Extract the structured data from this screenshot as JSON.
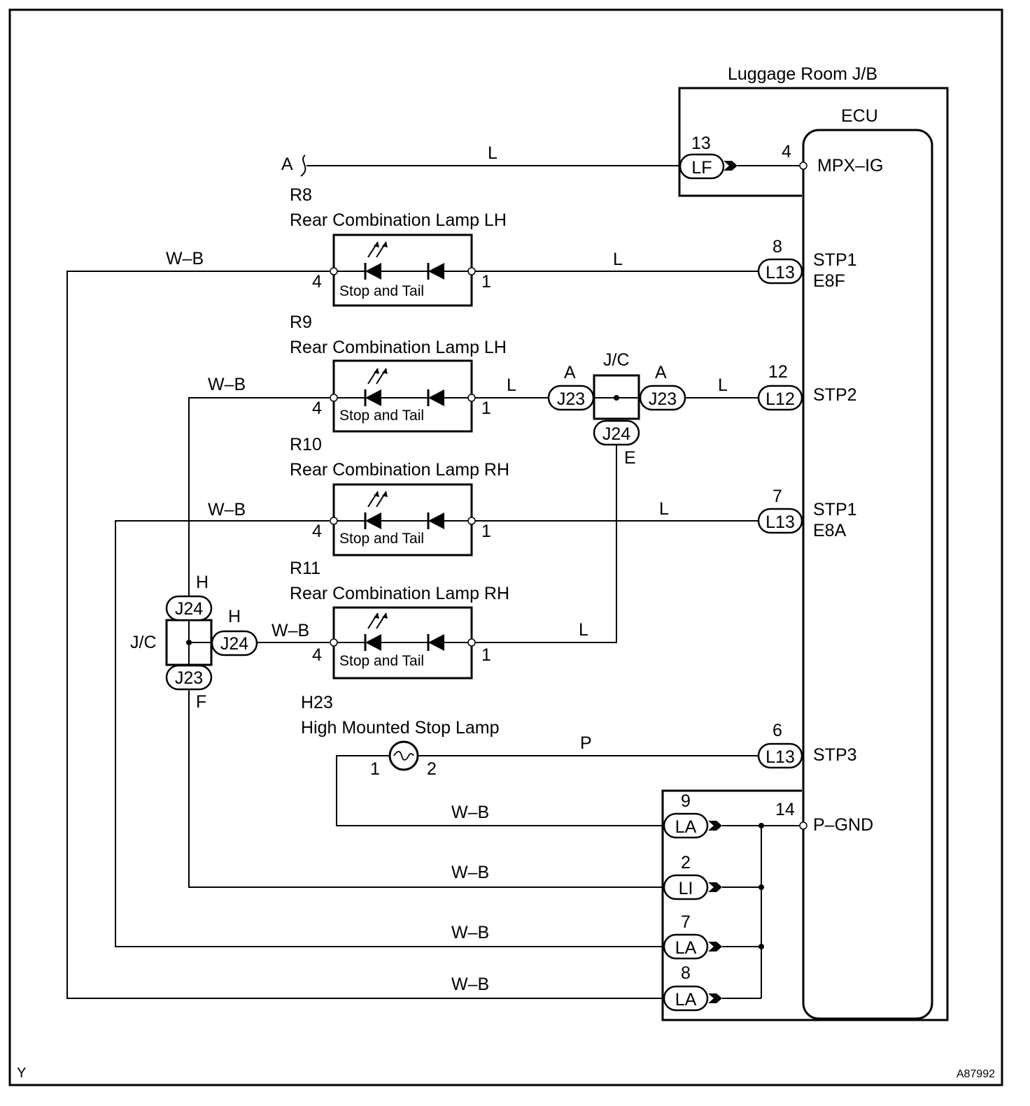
{
  "luggage_jb": {
    "title": "Luggage Room J/B"
  },
  "ecu": {
    "title": "ECU",
    "terminals": {
      "mpx_ig": "MPX–IG",
      "stp1_e8f_a": "STP1",
      "stp1_e8f_b": "E8F",
      "stp2": "STP2",
      "stp1_e8a_a": "STP1",
      "stp1_e8a_b": "E8A",
      "stp3": "STP3",
      "p_gnd": "P–GND"
    },
    "pins": {
      "mpx_ig": "4",
      "p_gnd": "14"
    }
  },
  "connectors": {
    "lf": {
      "label": "LF",
      "pin": "13"
    },
    "l13_a": {
      "label": "L13",
      "pin": "8"
    },
    "l12": {
      "label": "L12",
      "pin": "12"
    },
    "l13_b": {
      "label": "L13",
      "pin": "7"
    },
    "l13_c": {
      "label": "L13",
      "pin": "6"
    },
    "la_9": {
      "label": "LA",
      "pin": "9"
    },
    "li_2": {
      "label": "LI",
      "pin": "2"
    },
    "la_7": {
      "label": "LA",
      "pin": "7"
    },
    "la_8": {
      "label": "LA",
      "pin": "8"
    }
  },
  "lamps": {
    "r8": {
      "code": "R8",
      "name": "Rear Combination Lamp LH",
      "inner": "Stop and Tail",
      "pin_left": "4",
      "pin_right": "1"
    },
    "r9": {
      "code": "R9",
      "name": "Rear Combination Lamp LH",
      "inner": "Stop and Tail",
      "pin_left": "4",
      "pin_right": "1"
    },
    "r10": {
      "code": "R10",
      "name": "Rear Combination Lamp RH",
      "inner": "Stop and Tail",
      "pin_left": "4",
      "pin_right": "1"
    },
    "r11": {
      "code": "R11",
      "name": "Rear Combination Lamp RH",
      "inner": "Stop and Tail",
      "pin_left": "4",
      "pin_right": "1"
    },
    "h23": {
      "code": "H23",
      "name": "High Mounted Stop Lamp",
      "pin_left": "1",
      "pin_right": "2"
    }
  },
  "jc_right": {
    "label": "J/C",
    "left_conn": "J23",
    "left_letter": "A",
    "right_conn": "J23",
    "right_letter": "A",
    "bottom_conn": "J24",
    "bottom_letter": "E"
  },
  "jc_left": {
    "label": "J/C",
    "top_conn": "J24",
    "top_letter": "H",
    "right_conn": "J24",
    "right_letter": "H",
    "bottom_conn": "J23",
    "bottom_letter": "F"
  },
  "wires": {
    "a_line": "L",
    "a_label": "A",
    "r8_left": "W–B",
    "r8_right": "L",
    "r9_left": "W–B",
    "r9_mid": "L",
    "r9_right": "L",
    "r10_left": "W–B",
    "r10_right": "L",
    "r11_left": "W–B",
    "r11_right": "L",
    "h23_right": "P",
    "gnd_1": "W–B",
    "gnd_2": "W–B",
    "gnd_3": "W–B",
    "gnd_4": "W–B"
  },
  "footer": {
    "left": "Y",
    "right": "A87992"
  }
}
